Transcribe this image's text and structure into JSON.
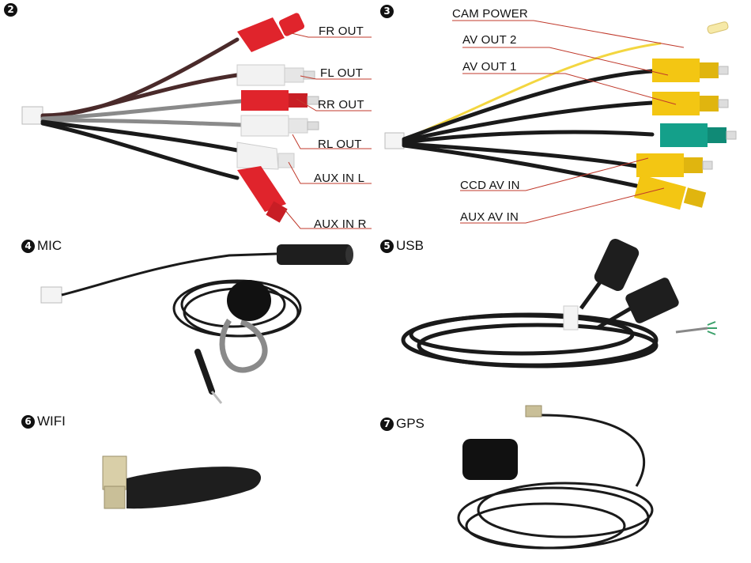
{
  "sections": {
    "audio_out": {
      "number": "2",
      "labels": [
        "FR OUT",
        "FL OUT",
        "RR OUT",
        "RL OUT",
        "AUX IN L",
        "AUX IN R"
      ]
    },
    "video": {
      "number": "3",
      "labels": [
        "CAM POWER",
        "AV OUT 2",
        "AV OUT 1",
        "CCD AV IN",
        "AUX AV IN"
      ]
    },
    "mic": {
      "number": "4",
      "title": "MIC"
    },
    "usb": {
      "number": "5",
      "title": "USB"
    },
    "wifi": {
      "number": "6",
      "title": "WIFI"
    },
    "gps": {
      "number": "7",
      "title": "GPS"
    }
  },
  "colors": {
    "leader_line": "#c0392b",
    "rca_red": "#e0242c",
    "rca_white": "#f2f2f2",
    "rca_yellow": "#f3c613",
    "rca_green": "#14a08a",
    "cable_black": "#1a1a1a",
    "cable_brown": "#4a2a2a",
    "cable_grey": "#8a8a8a"
  }
}
